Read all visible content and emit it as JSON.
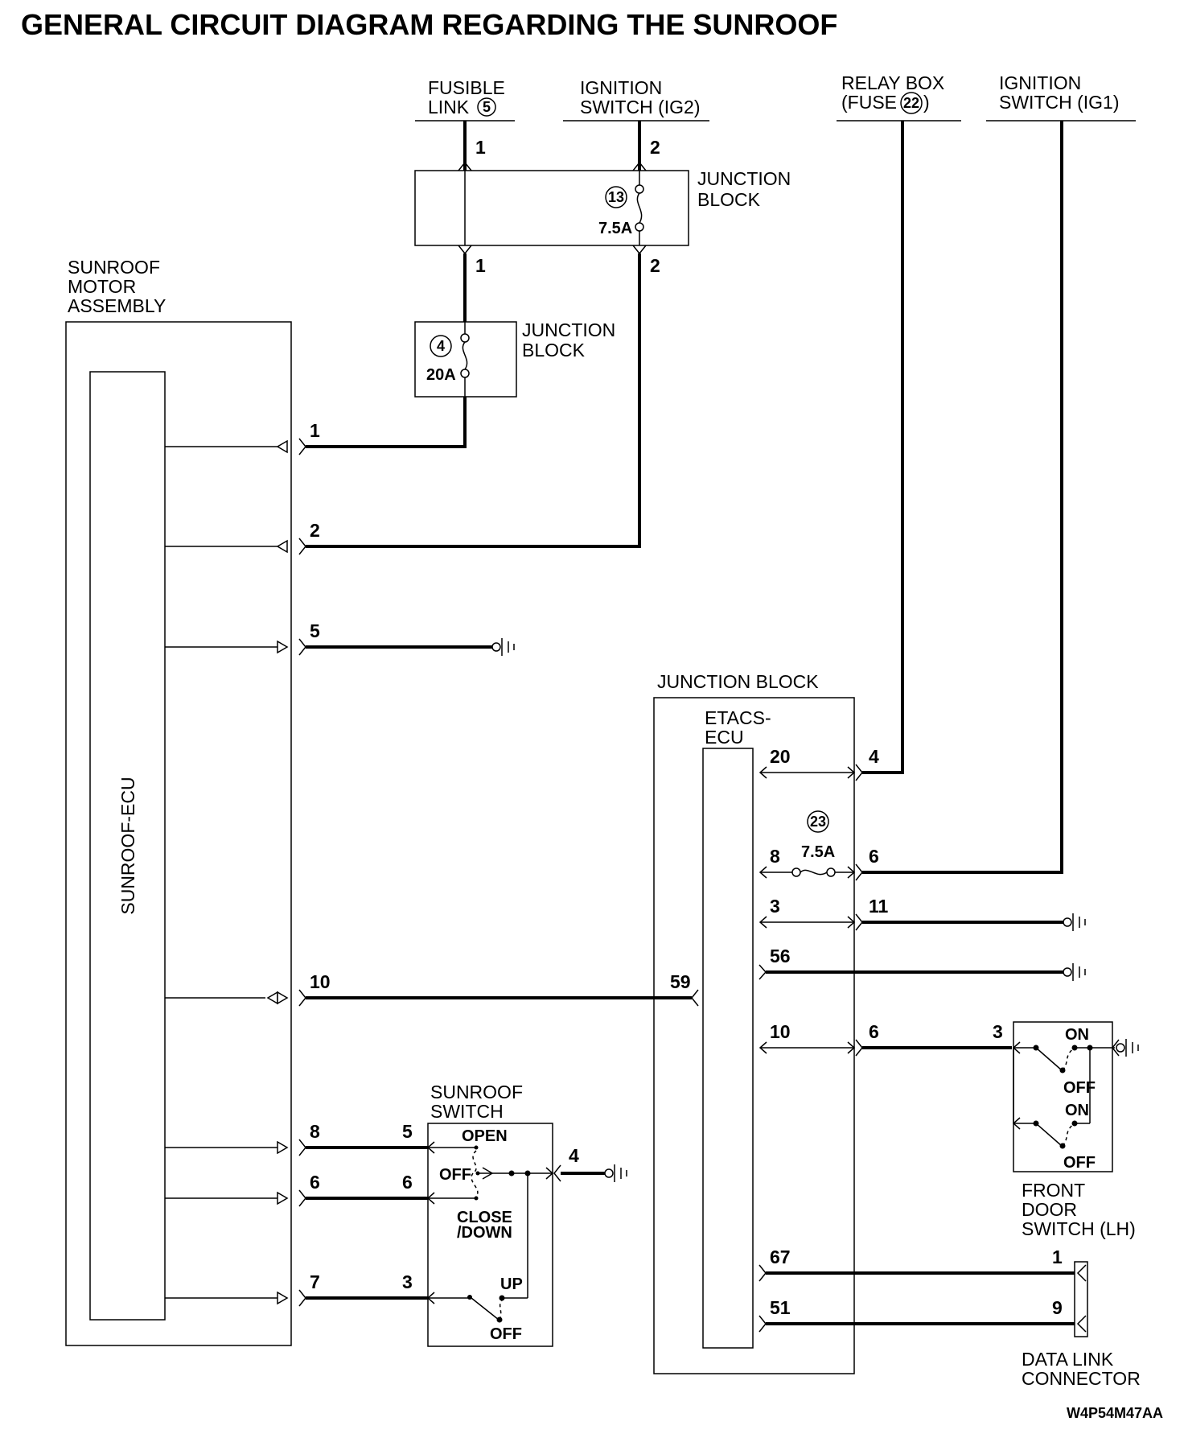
{
  "title": "GENERAL CIRCUIT DIAGRAM REGARDING THE SUNROOF",
  "code": "W4P54M47AA",
  "sources": {
    "fusible_link": [
      "FUSIBLE",
      "LINK"
    ],
    "fusible_link_num": "5",
    "ig2": [
      "IGNITION",
      "SWITCH (IG2)"
    ],
    "relay_box": [
      "RELAY BOX",
      "(FUSE",
      ")"
    ],
    "relay_box_num": "22",
    "ig1": [
      "IGNITION",
      "SWITCH (IG1)"
    ]
  },
  "junction_block_top": {
    "label": [
      "JUNCTION",
      "BLOCK"
    ],
    "fuse_num": "13",
    "fuse_rating": "7.5A",
    "pins_in": [
      "1",
      "2"
    ],
    "pins_out": [
      "1",
      "2"
    ]
  },
  "junction_block_small": {
    "label": [
      "JUNCTION",
      "BLOCK"
    ],
    "fuse_num": "4",
    "fuse_rating": "20A"
  },
  "sunroof_motor": {
    "label": [
      "SUNROOF",
      "MOTOR",
      "ASSEMBLY"
    ],
    "ecu": "SUNROOF-ECU",
    "pins": [
      "1",
      "2",
      "5",
      "10",
      "8",
      "6",
      "7"
    ]
  },
  "junction_block_etacs": {
    "label": "JUNCTION BLOCK",
    "ecu": [
      "ETACS-",
      "ECU"
    ],
    "fuse_num": "23",
    "fuse_rating": "7.5A",
    "inner_pins": [
      "20",
      "8",
      "3",
      "56",
      "10",
      "59",
      "67",
      "51"
    ],
    "outer_pins": [
      "4",
      "6",
      "11",
      "6"
    ]
  },
  "sunroof_switch": {
    "label": [
      "SUNROOF",
      "SWITCH"
    ],
    "pins": [
      "5",
      "6",
      "3",
      "4"
    ],
    "positions": [
      "OPEN",
      "OFF",
      "CLOSE",
      "/DOWN",
      "UP",
      "OFF"
    ]
  },
  "front_door_switch": {
    "label": [
      "FRONT",
      "DOOR",
      "SWITCH (LH)"
    ],
    "pin": "3",
    "positions": [
      "ON",
      "OFF",
      "ON",
      "OFF"
    ]
  },
  "data_link": {
    "label": [
      "DATA LINK",
      "CONNECTOR"
    ],
    "pins": [
      "1",
      "9"
    ]
  }
}
